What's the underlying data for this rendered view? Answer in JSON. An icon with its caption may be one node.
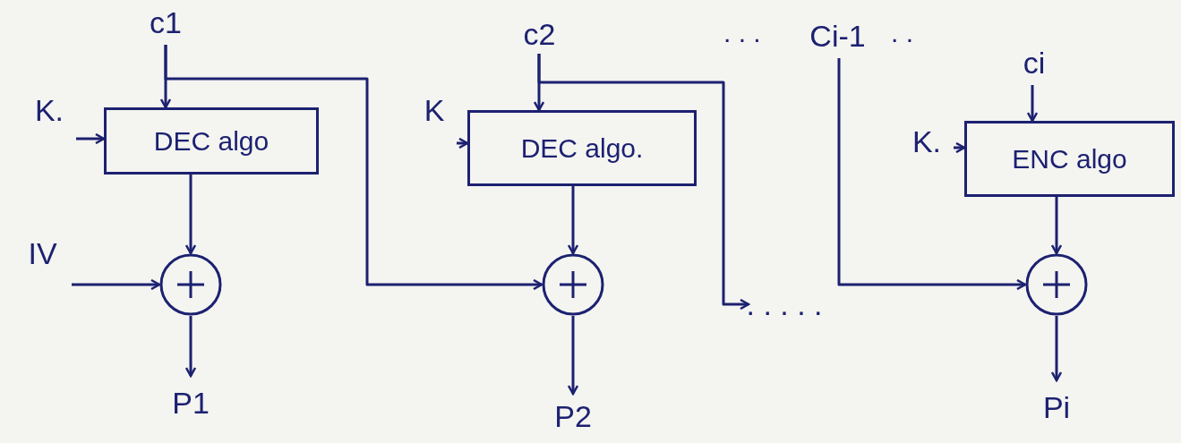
{
  "diagram": {
    "nodes": [
      {
        "text": [
          "c1"
        ]
      },
      {
        "text": [
          "K."
        ]
      },
      {
        "text": [
          "DEC algo"
        ]
      },
      {
        "text": [
          "IV"
        ]
      },
      {
        "text": [],
        "shape": "circle"
      },
      {
        "text": [
          "P1"
        ]
      },
      {
        "text": [
          "c2"
        ]
      },
      {
        "text": [
          "K"
        ]
      },
      {
        "text": [
          "DEC algo."
        ]
      },
      {
        "text": [],
        "shape": "circle"
      },
      {
        "text": [
          "P2"
        ]
      },
      {
        "text": [
          "Ci-1"
        ]
      },
      {
        "text": [
          "ci"
        ]
      },
      {
        "text": [
          "K."
        ]
      },
      {
        "text": [
          "ENC algo"
        ]
      },
      {
        "text": [],
        "shape": "circle"
      },
      {
        "text": [
          "Pi"
        ]
      },
      {
        "text": [
          ". . . . ."
        ]
      }
    ],
    "edges": [
      {
        "from": 0,
        "to": 2,
        "arrow": "to"
      },
      {
        "from": 0,
        "to": 9,
        "arrow": "to"
      },
      {
        "from": 1,
        "to": 2,
        "arrow": "to"
      },
      {
        "from": 2,
        "to": 4,
        "arrow": "to"
      },
      {
        "from": 3,
        "to": 4,
        "arrow": "to"
      },
      {
        "from": 4,
        "to": 5,
        "arrow": "to"
      },
      {
        "from": 6,
        "to": 8,
        "arrow": "to"
      },
      {
        "from": 7,
        "to": 8,
        "arrow": "to"
      },
      {
        "from": 8,
        "to": 9,
        "arrow": "to"
      },
      {
        "from": 9,
        "to": 10,
        "arrow": "to"
      },
      {
        "from": 6,
        "to": 17,
        "arrow": "to"
      },
      {
        "from": 11,
        "to": 15,
        "arrow": "to"
      },
      {
        "from": 12,
        "to": 14,
        "arrow": "to"
      },
      {
        "from": 13,
        "to": 14,
        "arrow": "to"
      },
      {
        "from": 14,
        "to": 15,
        "arrow": "to"
      },
      {
        "from": 15,
        "to": 16,
        "arrow": "to"
      }
    ],
    "labels": [
      ". . .",
      ". ."
    ]
  }
}
